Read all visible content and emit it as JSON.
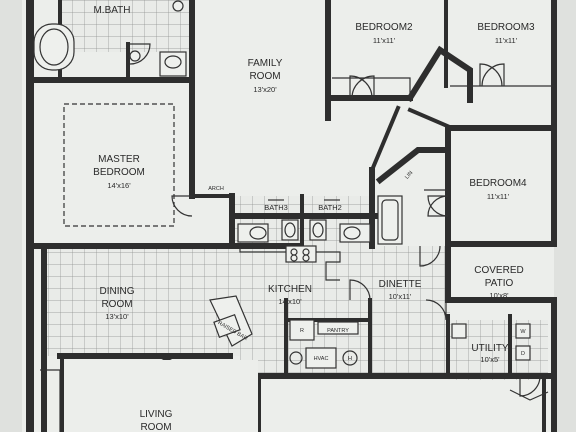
{
  "rooms": {
    "m_bath": {
      "name": "M.BATH",
      "size": ""
    },
    "master_bedroom": {
      "name_line1": "MASTER",
      "name_line2": "BEDROOM",
      "size": "14'x16'"
    },
    "family_room": {
      "name_line1": "FAMILY",
      "name_line2": "ROOM",
      "size": "13'x20'"
    },
    "bedroom2": {
      "name": "BEDROOM2",
      "size": "11'x11'"
    },
    "bedroom3": {
      "name": "BEDROOM3",
      "size": "11'x11'"
    },
    "bedroom4": {
      "name": "BEDROOM4",
      "size": "11'x11'"
    },
    "bath3": {
      "name": "BATH3"
    },
    "bath2": {
      "name": "BATH2"
    },
    "dining_room": {
      "name_line1": "DINING",
      "name_line2": "ROOM",
      "size": "13'x10'"
    },
    "kitchen": {
      "name": "KITCHEN",
      "size": "14'x10'"
    },
    "dinette": {
      "name": "DINETTE",
      "size": "10'x11'"
    },
    "covered_patio": {
      "name_line1": "COVERED",
      "name_line2": "PATIO",
      "size": "10'x8'"
    },
    "utility": {
      "name": "UTILITY",
      "size": "10'x5'"
    },
    "living_room": {
      "name_line1": "LIVING",
      "name_line2": "ROOM"
    }
  },
  "small_labels": {
    "arch": "ARCH",
    "lin": "LIN",
    "pantry": "PANTRY",
    "hvac": "HVAC",
    "wh": "H",
    "refrigerator": "R",
    "raised_bar": "RAISED BAR",
    "washer": "W",
    "dryer": "D"
  }
}
